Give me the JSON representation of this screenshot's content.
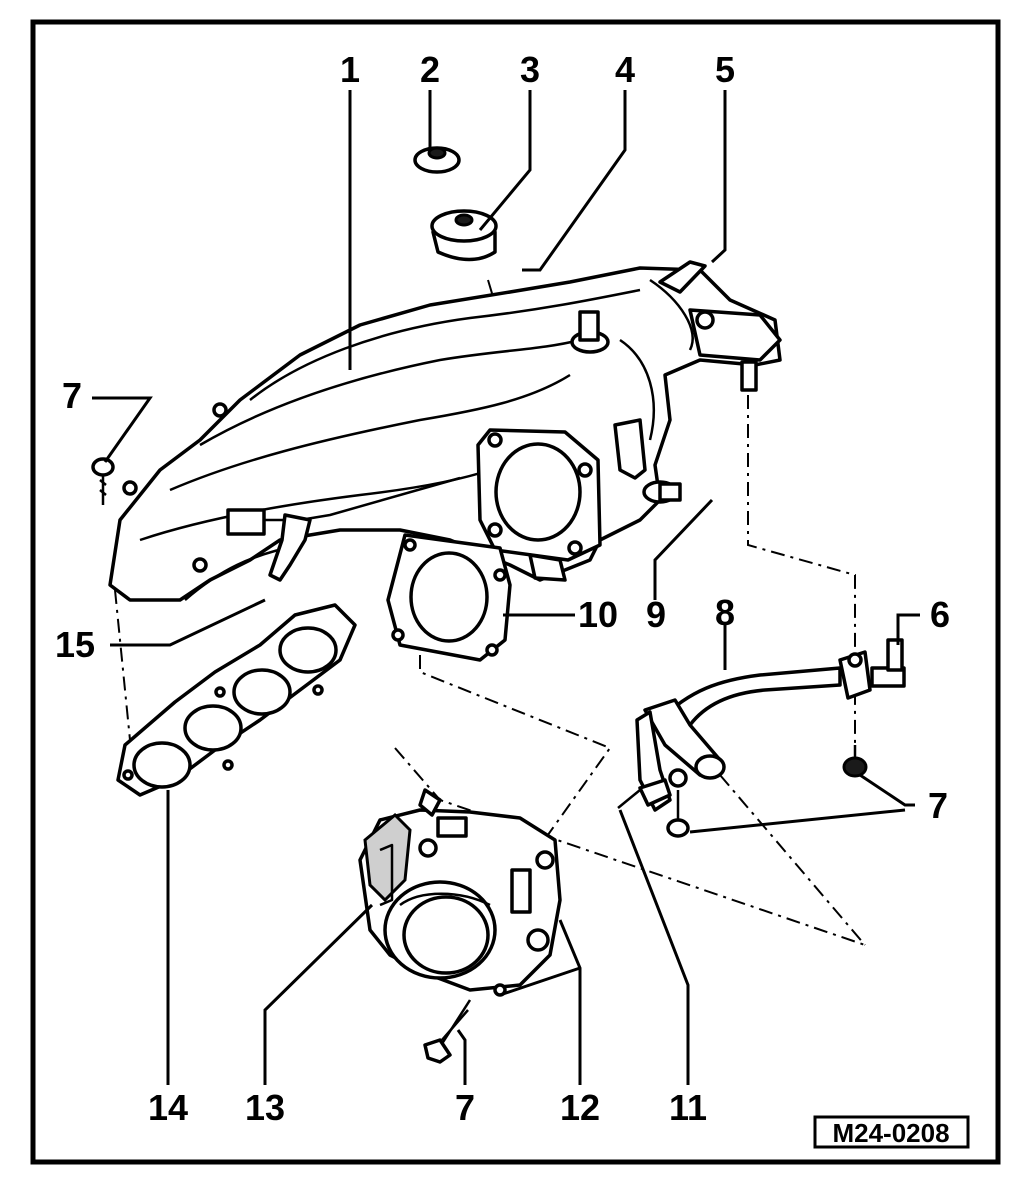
{
  "callouts": {
    "c1": "1",
    "c2": "2",
    "c3": "3",
    "c4": "4",
    "c5": "5",
    "c6": "6",
    "c7a": "7",
    "c7b": "7",
    "c7c": "7",
    "c8": "8",
    "c9": "9",
    "c10": "10",
    "c11": "11",
    "c12": "12",
    "c13": "13",
    "c14": "14",
    "c15": "15"
  },
  "reference_code": "M24-0208"
}
